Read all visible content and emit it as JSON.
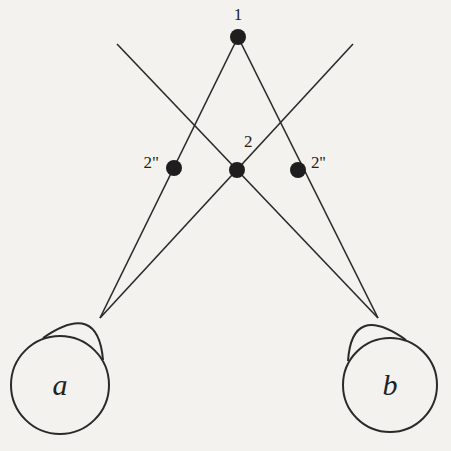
{
  "diagram": {
    "nodes": [
      {
        "text": [
          "a"
        ]
      },
      {
        "text": [
          "b"
        ]
      }
    ],
    "labels": [
      "1",
      "2\"",
      "2",
      "2''"
    ]
  }
}
